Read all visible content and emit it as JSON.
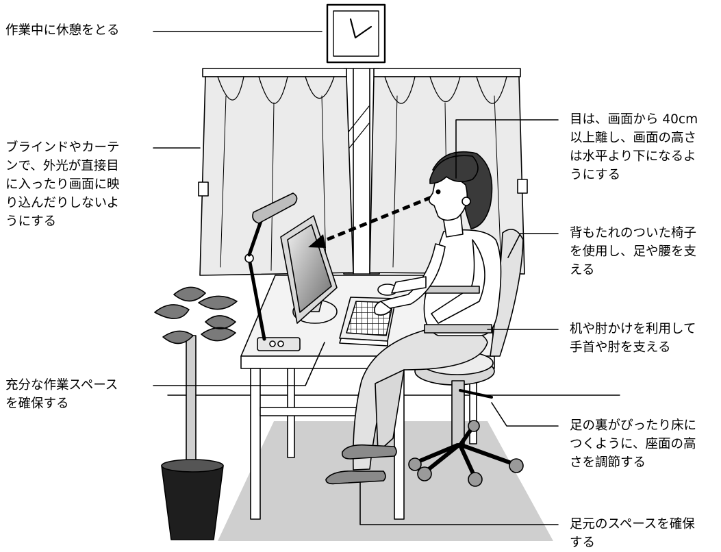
{
  "callouts": {
    "break": "作業中に休憩をとる",
    "curtain": [
      "ブラインドやカーテ",
      "ンで、外光が直接目",
      "に入ったり画面に映",
      "り込んだりしないよ",
      "うにする"
    ],
    "workspace": [
      "充分な作業スペース",
      "を確保する"
    ],
    "eyes": [
      "目は、画面から 40cm",
      "以上離し、画面の高さ",
      "は水平より下になるよ",
      "うにする"
    ],
    "chair": [
      "背もたれのついた椅子",
      "を使用し、足や腰を支",
      "える"
    ],
    "armrest": [
      "机や肘かけを利用して",
      "手首や肘を支える"
    ],
    "feet": [
      "足の裏がぴったり床に",
      "つくように、座面の高",
      "さを調節する"
    ],
    "footspace": [
      "足元のスペースを確保",
      "する"
    ]
  },
  "colors": {
    "ink": "#000000",
    "floor": "#cfcfcf",
    "curtain": "#ebebeb",
    "desk": "#f3f3f3",
    "plant": "#7a7a7a",
    "pot": "#1e1e1e",
    "hair": "#3a3a3a",
    "screen_top": "#f0f0f0",
    "screen_bottom": "#6e6e6e"
  }
}
